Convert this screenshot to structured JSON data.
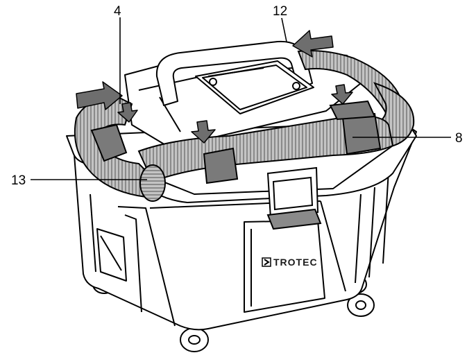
{
  "callouts": {
    "c4": "4",
    "c12": "12",
    "c8": "8",
    "c13": "13"
  },
  "product": {
    "brand": "TROTEC"
  },
  "colors": {
    "outline": "#000000",
    "hose": "#b8b8b8",
    "hose_rib": "#8c8c8c",
    "arrow": "#6e6e6e",
    "body": "#ffffff",
    "clip": "#7a7a7a"
  }
}
